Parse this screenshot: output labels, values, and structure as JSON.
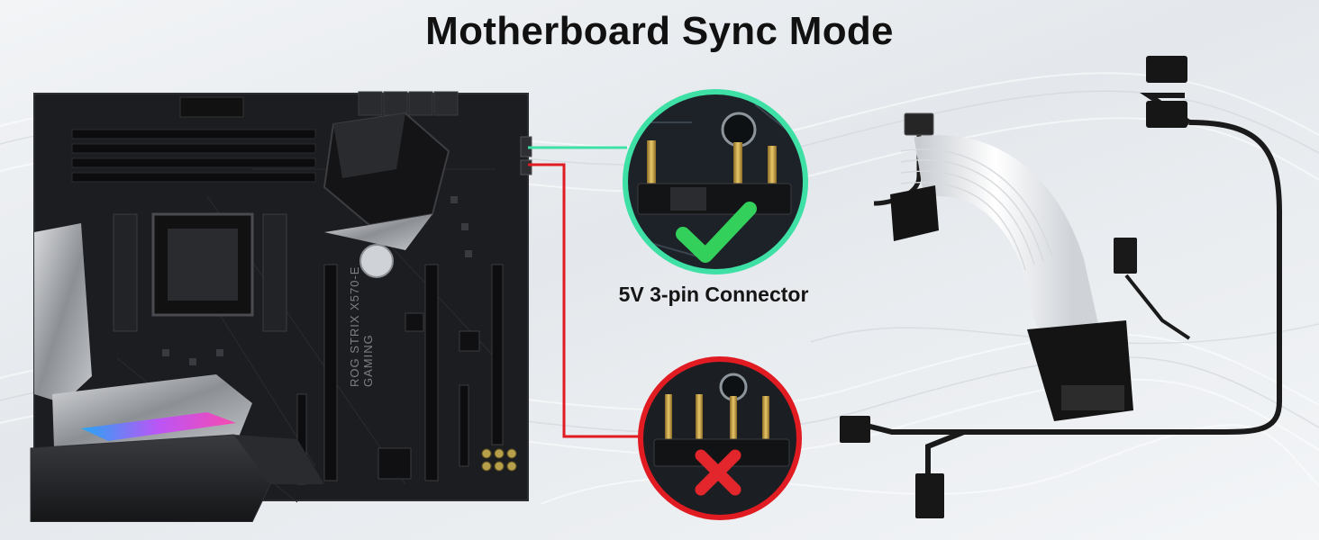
{
  "title": "Motherboard Sync Mode",
  "connector_label": "5V 3-pin Connector",
  "board_model_text": "ROG STRIX X570-E GAMING",
  "callouts": [
    {
      "status": "correct",
      "line_color": "#3ee0a6",
      "mark": "check-icon"
    },
    {
      "status": "incorrect",
      "line_color": "#e01b22",
      "mark": "cross-icon"
    }
  ],
  "colors": {
    "correct": "#3ee0a6",
    "incorrect": "#e01b22",
    "check": "#33d15c",
    "cross": "#e3262b",
    "board": "#1c1d20"
  }
}
